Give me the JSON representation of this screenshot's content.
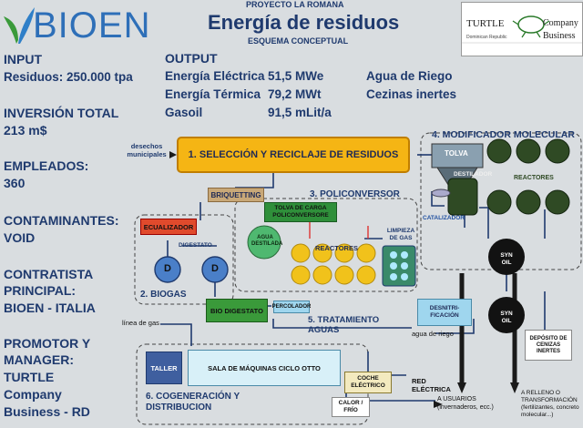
{
  "header": {
    "logo_text": "BIOEN",
    "project": "PROYECTO LA ROMANA",
    "title": "Energía de residuos",
    "subtitle": "ESQUEMA CONCEPTUAL",
    "partner_turtle": "TURTLE",
    "partner_company": "Company",
    "partner_business": "Business",
    "partner_country": "Dominican Republic"
  },
  "summary": {
    "input_label": "INPUT",
    "input_value": "Residuos: 250.000 tpa",
    "investment_label": "INVERSIÓN TOTAL",
    "investment_value": "213 m$",
    "employees_label": "EMPLEADOS:",
    "employees_value": "360",
    "pollutants_label": "CONTAMINANTES:",
    "pollutants_value": "VOID",
    "contractor_label_1": "CONTRATISTA",
    "contractor_label_2": "PRINCIPAL:",
    "contractor_value": "BIOEN - ITALIA",
    "promoter_label_1": "PROMOTOR Y",
    "promoter_label_2": "MANAGER:",
    "promoter_value_1": "TURTLE",
    "promoter_value_2": "Company",
    "promoter_value_3": "Business - RD"
  },
  "output": {
    "label": "OUTPUT",
    "rows": [
      {
        "name": "Energía Eléctrica",
        "value": "51,5 MWe"
      },
      {
        "name": "Energía Térmica",
        "value": "79,2 MWt"
      },
      {
        "name": "Gasoil",
        "value": "91,5 mLit/a"
      }
    ],
    "extra_1": "Agua de Riego",
    "extra_2": "Cezinas inertes"
  },
  "diagram": {
    "municipal_waste": "desechos municipales",
    "step1": "1. SELECCIÓN Y RECICLAJE DE RESIDUOS",
    "step2": "2. BIOGAS",
    "step3": "3. POLICONVERSOR",
    "step4": "4. MODIFICADOR MOLECULAR",
    "step5": "5. TRATAMIENTO AGUAS",
    "step6": "6. COGENERACIÓN Y DISTRIBUCION",
    "briquetting": "BRIQUETTING",
    "ecualizador": "ECUALIZADOR",
    "digestato": "DIGESTATO",
    "digester": "D",
    "agua_destilada": "AGUA DESTILADA",
    "tolva_carga": "TOLVA DE CARGA POLICONVERSORE",
    "reactores_poli": "REACTORES",
    "limpieza_gas": "LIMPIEZA DE GAS",
    "tolva": "TOLVA",
    "destilador": "DESTILADOR",
    "catalizador": "CATALIZADOR",
    "reactores_mod": "REACTORES",
    "syn_oil": "SYN OIL",
    "bio_digestato": "BIO DIGESTATO",
    "percolador": "PERCOLADOR",
    "desnitrificacion": "DESNITRI-FICACIÓN",
    "linea_gas": "línea de gas",
    "agua_riego": "agua de riego",
    "deposito": "DEPÓSITO DE CENIZAS INERTES",
    "taller": "TALLER",
    "sala_maquinas": "SALA DE MÁQUINAS CICLO OTTO",
    "coche": "COCHE ELÉCTRICO",
    "calor": "CALOR / FRÍO",
    "red_electrica": "RED ELÉCTRICA",
    "usuarios": "A USUARIOS (invernaderos, ecc.)",
    "relleno": "A RELLENO O TRANSFORMACIÓN (fertilizantes, concreto molecular...)"
  }
}
